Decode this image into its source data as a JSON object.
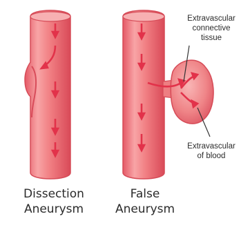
{
  "panels": [
    {
      "caption_line1": "Dissection",
      "caption_line2": "Aneurysm"
    },
    {
      "caption_line1": "False",
      "caption_line2": "Aneurysm"
    }
  ],
  "annotations": {
    "connective_tissue": [
      "Extravascular",
      "connective",
      "tissue"
    ],
    "blood": [
      "Extravascular",
      "of blood"
    ]
  },
  "colors": {
    "vessel_fill": "#f07f80",
    "vessel_edge": "#d64b57",
    "lumen_highlight": "#f9aeb0",
    "arrow": "#e2324a",
    "leader_line": "#333333"
  }
}
